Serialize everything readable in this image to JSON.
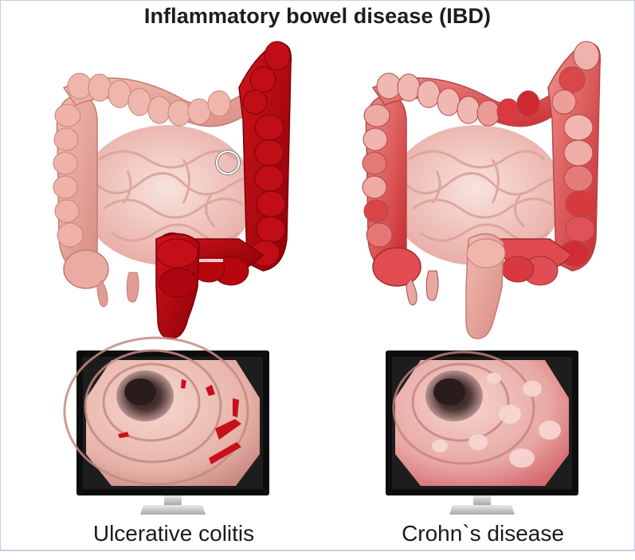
{
  "header": {
    "title": "Inflammatory bowel disease (IBD)"
  },
  "panels": [
    {
      "id": "left",
      "caption": "Ulcerative colitis",
      "icons": [
        "colon-illustration",
        "endoscope-monitor"
      ]
    },
    {
      "id": "right",
      "caption": "Crohn`s disease",
      "icons": [
        "colon-illustration",
        "endoscope-monitor"
      ]
    }
  ],
  "colors": {
    "healthy_tissue": "#eaa9a0",
    "inflamed_tissue": "#b0000b",
    "small_intestine": "#f2c9c2",
    "monitor_bezel": "#101010",
    "monitor_screen_bg": "#1c1c1c",
    "mucosa": "#f0c3b8"
  }
}
